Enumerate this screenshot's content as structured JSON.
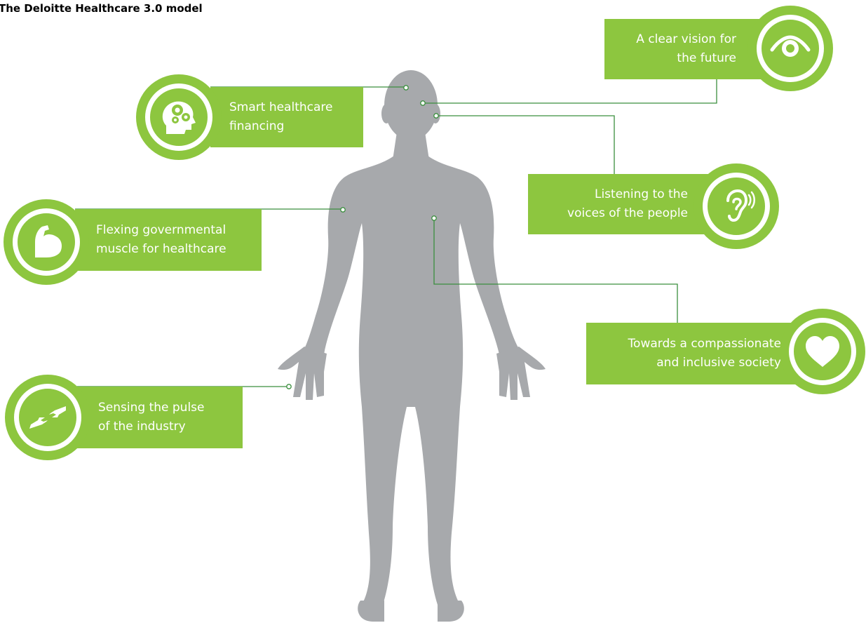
{
  "title": "The Deloitte Healthcare 3.0 model",
  "colors": {
    "accent": "#8dc63f",
    "figure": "#a7a9ac",
    "connector": "#3b8f3e"
  },
  "pillars": [
    {
      "icon": "brain-gears-icon",
      "lines": [
        "Smart healthcare",
        "financing"
      ]
    },
    {
      "icon": "flexed-arm-icon",
      "lines": [
        "Flexing governmental",
        "muscle for healthcare"
      ]
    },
    {
      "icon": "touching-hands-icon",
      "lines": [
        "Sensing the pulse",
        "of the industry"
      ]
    },
    {
      "icon": "eye-icon",
      "lines": [
        "A clear vision for",
        "the future"
      ]
    },
    {
      "icon": "ear-icon",
      "lines": [
        "Listening to the",
        "voices of the people"
      ]
    },
    {
      "icon": "heart-icon",
      "lines": [
        "Towards a compassionate",
        "and inclusive society"
      ]
    }
  ]
}
